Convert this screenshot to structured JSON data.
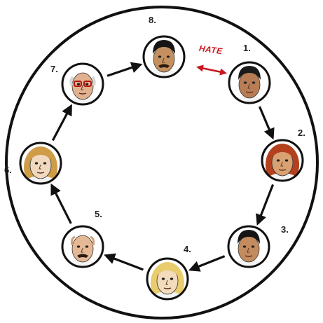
{
  "hate_label": "HATE",
  "nodes": [
    {
      "label": "1.",
      "icon": "man-dark-hair-face-icon",
      "hair": "#1b1b1b",
      "skin": "#b97d55"
    },
    {
      "label": "2.",
      "icon": "woman-red-hair-face-icon",
      "hair": "#b4401d",
      "skin": "#d9a072"
    },
    {
      "label": "3.",
      "icon": "man-black-hair-face-icon",
      "hair": "#151515",
      "skin": "#c48b5e"
    },
    {
      "label": "4.",
      "icon": "woman-blonde-hair-face-icon",
      "hair": "#e8cc6e",
      "skin": "#f3dbbd"
    },
    {
      "label": "5.",
      "icon": "bald-man-mustache-face-icon",
      "hair": "#cfa07a",
      "skin": "#e5b995"
    },
    {
      "label": "6.",
      "icon": "woman-curly-blonde-face-icon",
      "hair": "#cf9d48",
      "skin": "#f1d9bf"
    },
    {
      "label": "7.",
      "icon": "old-man-glasses-face-icon",
      "hair": "#d8d8d8",
      "skin": "#e2b190"
    },
    {
      "label": "8.",
      "icon": "man-mustache-face-icon",
      "hair": "#151515",
      "skin": "#c49060"
    }
  ],
  "colors": {
    "hate": "#c8161e",
    "ring": "#111111",
    "arrow": "#111111"
  }
}
